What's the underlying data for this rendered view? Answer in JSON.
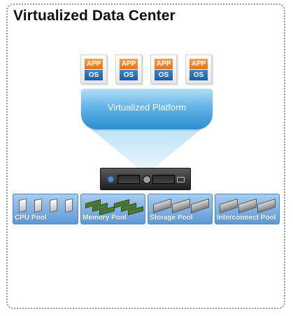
{
  "title": "Virtualized Data Center",
  "vm_stacks": [
    {
      "app": "APP",
      "os": "OS"
    },
    {
      "app": "APP",
      "os": "OS"
    },
    {
      "app": "APP",
      "os": "OS"
    },
    {
      "app": "APP",
      "os": "OS"
    }
  ],
  "platform": {
    "label": "Virtualized Platform"
  },
  "pools": [
    {
      "label": "CPU Pool"
    },
    {
      "label": "Memory Pool"
    },
    {
      "label": "Storage Pool"
    },
    {
      "label": "Interconnect Pool"
    }
  ],
  "colors": {
    "app": "#e4701c",
    "os": "#1f5da3",
    "platform": "#2d8ed2",
    "pool": "#5d98d6"
  }
}
